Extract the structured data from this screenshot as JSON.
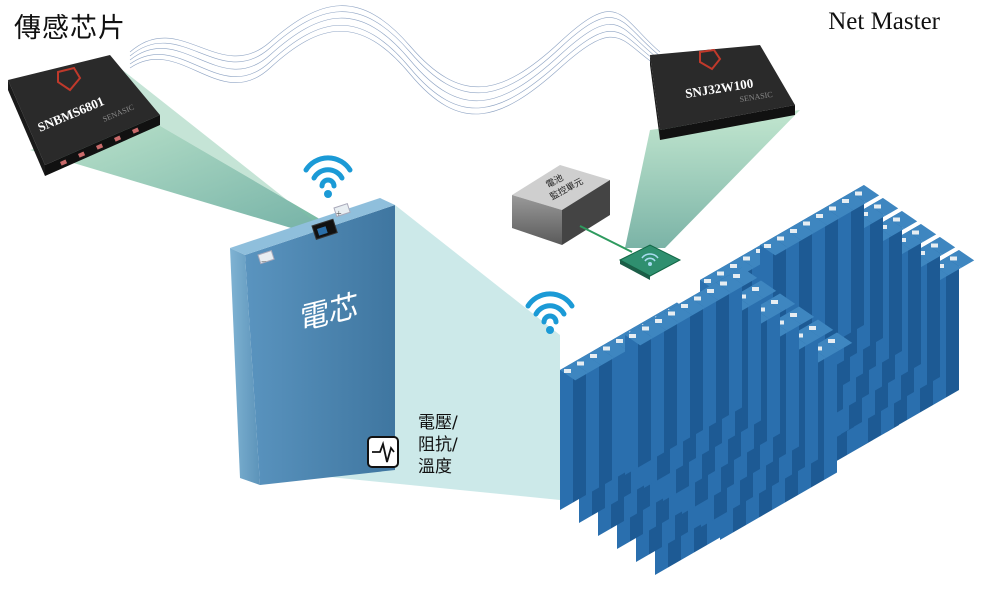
{
  "title_left": "傳感芯片",
  "title_right": "Net Master",
  "chip_left": {
    "model": "SNBMS6801",
    "brand": "SENASIC"
  },
  "chip_right": {
    "model": "SNJ32W100",
    "brand": "SENASIC"
  },
  "monitor_unit": {
    "line1": "電池",
    "line2": "監控單元"
  },
  "cell_label": "電芯",
  "cell_terminals": {
    "plus": "+",
    "minus": "−"
  },
  "metrics": [
    "電壓/",
    "阻抗/",
    "溫度"
  ],
  "colors": {
    "cell_blue": "#4f86ad",
    "beam_green": "#8fd3b0",
    "beam_cyan": "#b8e3e3",
    "wifi_blue": "#1b9ad6"
  }
}
